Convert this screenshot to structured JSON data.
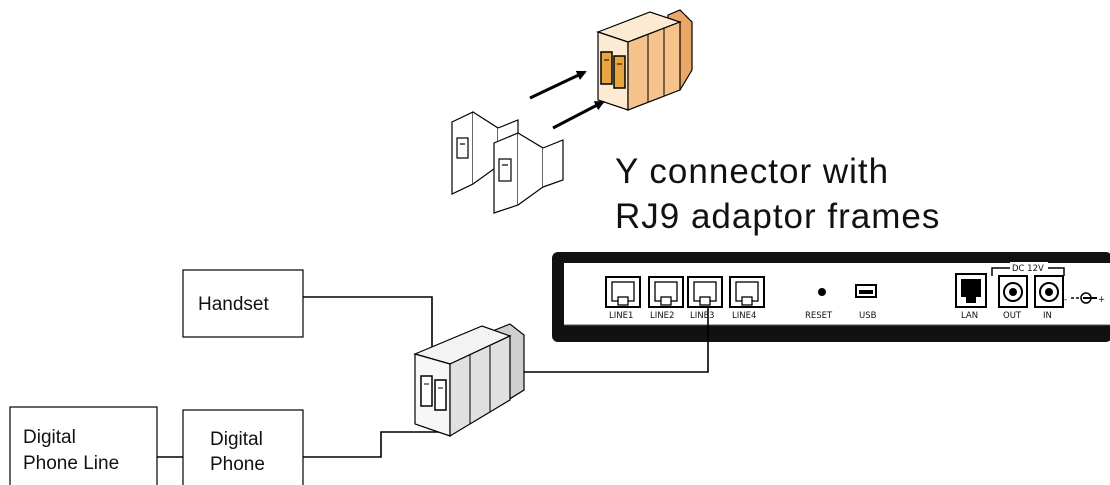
{
  "caption": {
    "line1": "Y connector with",
    "line2": "RJ9 adaptor frames"
  },
  "devices": {
    "handset": "Handset",
    "digital_phone": [
      "Digital",
      "Phone"
    ],
    "digital_phone_line": [
      "Digital",
      "Phone Line"
    ]
  },
  "gateway": {
    "ports": [
      "LINE1",
      "LINE2",
      "LINE3",
      "LINE4"
    ],
    "reset": "RESET",
    "usb": "USB",
    "lan": "LAN",
    "dc_out": "OUT",
    "dc_in": "IN",
    "dc_label": "DC 12V",
    "dc_polarity": [
      "-",
      "+"
    ]
  },
  "colors": {
    "connector_fill": "#f8d9a8",
    "connector_shade": "#eba766",
    "connector_gray": "#e6e6e6",
    "device_fill": "#ffffff",
    "gateway_body": "#111111"
  }
}
